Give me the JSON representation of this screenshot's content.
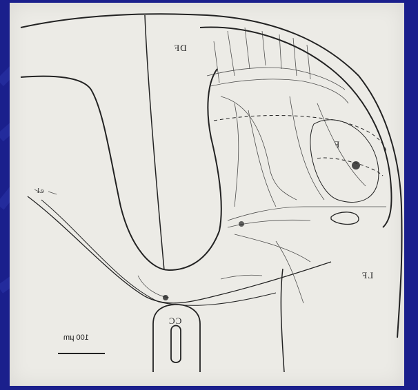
{
  "figure": {
    "labels": {
      "top": "DF",
      "right": "F",
      "bottom_right": "LF",
      "canal": "CC",
      "left_small": "e1"
    },
    "scale_bar": "100 µm"
  },
  "colors": {
    "background": "#1a1f8c",
    "plate": "#ecebe6",
    "ink": "#222222"
  }
}
